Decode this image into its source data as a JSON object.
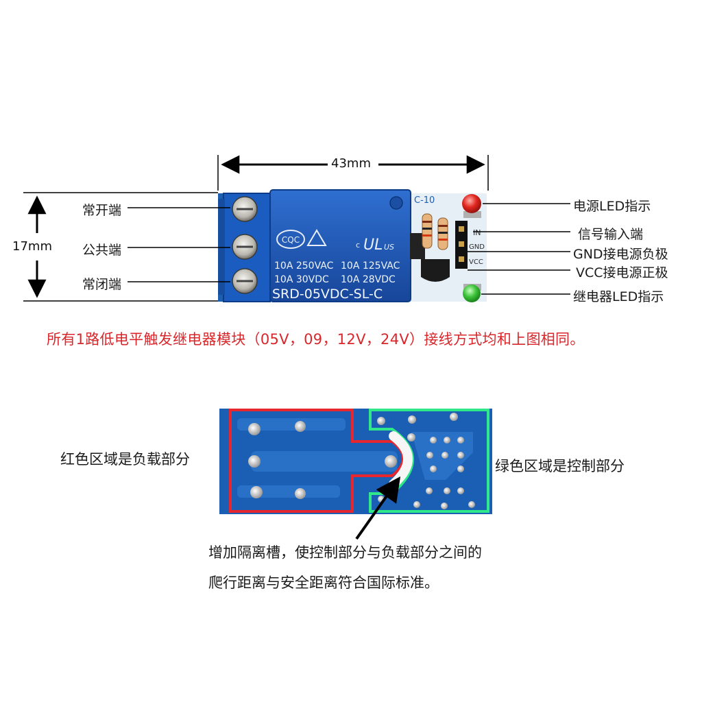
{
  "dimensions": {
    "width_label": "43mm",
    "height_label": "17mm"
  },
  "left_labels": {
    "no": "常开端",
    "com": "公共端",
    "nc": "常闭端"
  },
  "right_labels": {
    "power_led": "电源LED指示",
    "signal_in": "信号输入端",
    "gnd": "GND接电源负极",
    "vcc": "VCC接电源正极",
    "relay_led": "继电器LED指示"
  },
  "relay": {
    "cqc": "CQC",
    "line1_left": "10A 250VAC",
    "line1_right": "10A 125VAC",
    "line2_left": "10A  30VDC",
    "line2_right": "10A  28VDC",
    "model": "SRD-05VDC-SL-C",
    "ul_mark": "US"
  },
  "board_silk": {
    "top": "C-10",
    "in": "IN",
    "gnd": "GND",
    "vcc": "VCC"
  },
  "note": "所有1路低电平触发继电器模块（05V，09，12V，24V）接线方式均和上图相同。",
  "bottom": {
    "red_area": "红色区域是负载部分",
    "green_area": "绿色区域是控制部分",
    "slot_line1": "增加隔离槽，使控制部分与负载部分之间的",
    "slot_line2": "爬行距离与安全距离符合国际标准。"
  },
  "colors": {
    "pcb_blue": "#1c5fb0",
    "relay_blue": "#1d56b4",
    "load_outline": "#e8262e",
    "control_outline": "#2ee88a",
    "note_red": "#d8262a",
    "led_red": "#e0261f",
    "led_green": "#3cc33a"
  }
}
